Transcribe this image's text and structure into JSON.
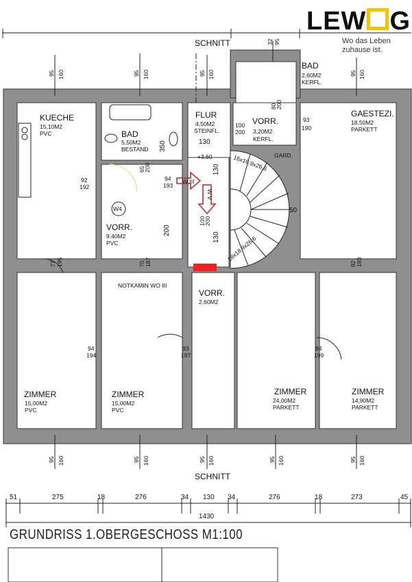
{
  "logo": {
    "brand": "LEWOG",
    "brand_left": "LEW",
    "brand_right": "G",
    "tagline_1": "Wo das Leben",
    "tagline_2": "zuhause ist."
  },
  "section_label": "SCHNITT",
  "window_dims": {
    "top": "95",
    "bottom": "160",
    "top_small": "32",
    "bottom_small": "95"
  },
  "rooms": [
    {
      "name": "KUECHE",
      "area": "15,10M2",
      "floor": "PVC"
    },
    {
      "name": "BAD",
      "area": "5,50M2",
      "floor": "BESTAND"
    },
    {
      "name": "FLUR",
      "area": "4,50M2",
      "floor": "STEINFL.",
      "extra": "130"
    },
    {
      "name": "VORR.",
      "area": "3,20M2",
      "floor": "KERFL."
    },
    {
      "name": "BAD",
      "area": "2,60M2",
      "floor": "KERFL."
    },
    {
      "name": "GAESTEZI.",
      "area": "18,50M2",
      "floor": "PARKETT"
    },
    {
      "name": "VORR.",
      "area": "9,40M2",
      "floor": "PVC",
      "unit": "W4"
    },
    {
      "name": "ZIMMER",
      "area": "15,00M2",
      "floor": "PVC"
    },
    {
      "name": "ZIMMER",
      "area": "15,00M2",
      "floor": "PVC"
    },
    {
      "name": "VORR.",
      "area": "2,60M2",
      "floor": ""
    },
    {
      "name": "ZIMMER",
      "area": "24,00M2",
      "floor": "PARKETT"
    },
    {
      "name": "ZIMMER",
      "area": "14,90M2",
      "floor": "PARKETT"
    }
  ],
  "labels": {
    "gard": "GARD.",
    "level": "+3,60",
    "notkamin": "NOTKAMIN WO III",
    "w3": "W III",
    "w5": "W V",
    "stair_top": "16x16,9x26,6",
    "stair_bottom": "18x18,9x26,6",
    "d350": "350",
    "d200": "200",
    "d130a": "130",
    "d130b": "130",
    "d50": "50"
  },
  "doors": [
    {
      "w": "92",
      "h": "192"
    },
    {
      "w": "94",
      "h": "193"
    },
    {
      "w": "65",
      "h": "200"
    },
    {
      "w": "77",
      "h": "195"
    },
    {
      "w": "70",
      "h": "187"
    },
    {
      "w": "94",
      "h": "194"
    },
    {
      "w": "93",
      "h": "197"
    },
    {
      "w": "94",
      "h": "199"
    },
    {
      "w": "93",
      "h": "190"
    },
    {
      "w": "100",
      "h": "200"
    },
    {
      "w": "80",
      "h": "200"
    },
    {
      "w": "92",
      "h": "193"
    },
    {
      "w": "100",
      "h": "200"
    }
  ],
  "dimension_chain": [
    "51",
    "275",
    "18",
    "276",
    "34",
    "130",
    "34",
    "276",
    "18",
    "273",
    "45"
  ],
  "dimension_total": "1430",
  "title": "GRUNDRISS 1.OBERGESCHOSS   M1:100"
}
